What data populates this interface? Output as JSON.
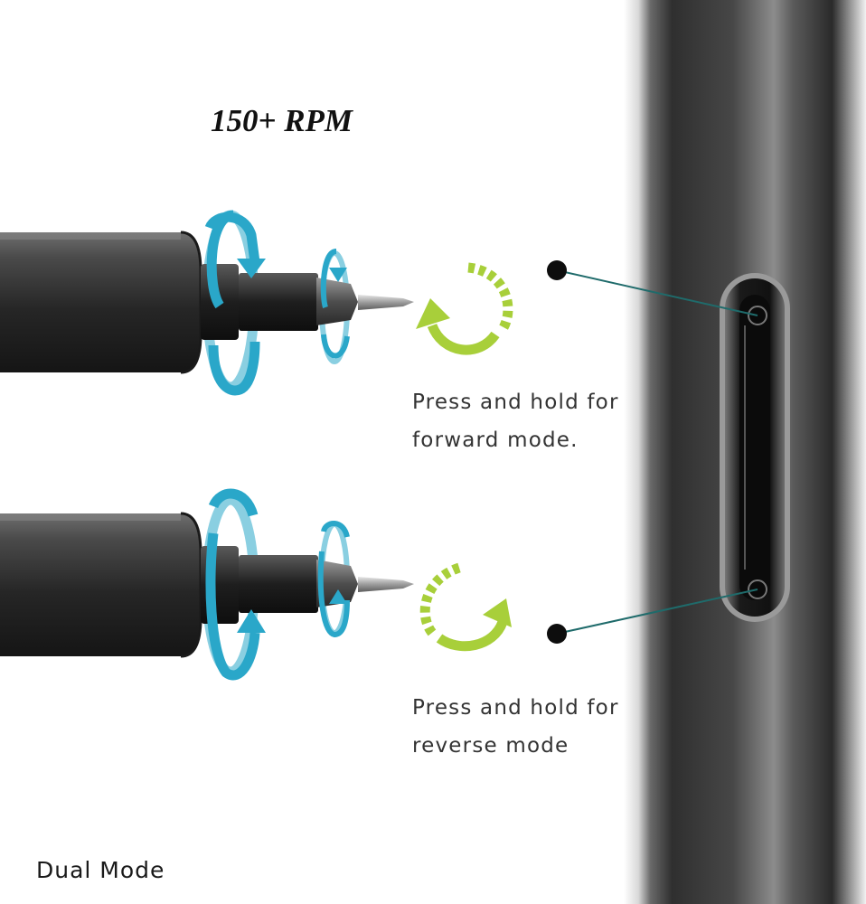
{
  "headline": "150+ RPM",
  "forward": {
    "line1": "Press and hold for",
    "line2": "forward mode."
  },
  "reverse": {
    "line1": "Press and hold for",
    "line2": "reverse mode"
  },
  "footer_label": "Dual Mode",
  "colors": {
    "rotation_arrow": "#2aa7c9",
    "direction_arrow": "#a8cf3a",
    "body_dark": "#2b2b2b",
    "background": "#ffffff"
  }
}
